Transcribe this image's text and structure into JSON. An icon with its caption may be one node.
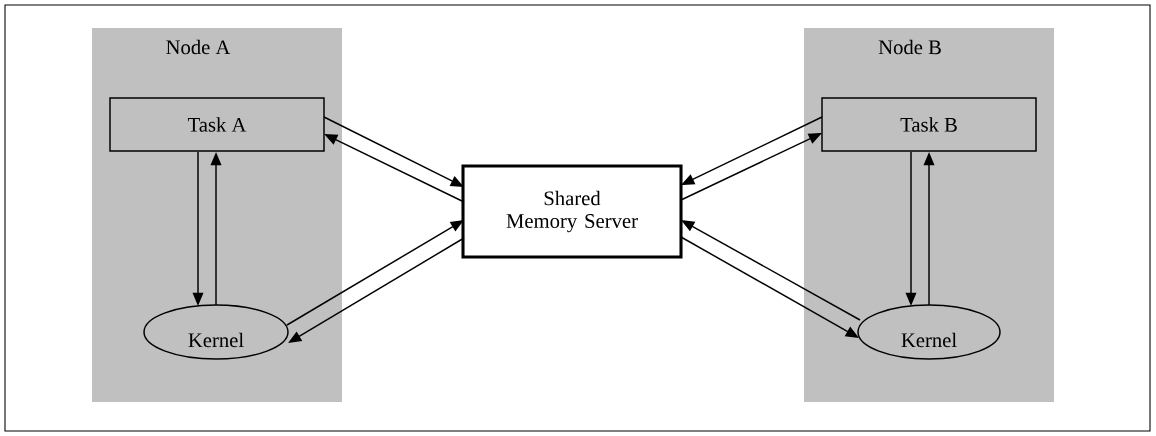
{
  "diagram": {
    "nodes": [
      {
        "text": [
          "Node A"
        ]
      },
      {
        "text": [
          "Task A"
        ],
        "in": 0
      },
      {
        "text": [
          "Kernel"
        ],
        "in": 0
      },
      {
        "text": [
          "Shared Memory Server"
        ]
      },
      {
        "text": [
          "Node B"
        ]
      },
      {
        "text": [
          "Task B"
        ],
        "in": 4
      },
      {
        "text": [
          "Kernel"
        ],
        "in": 4
      }
    ],
    "edges": [
      {
        "from": 1,
        "to": 3,
        "arrow": "to"
      },
      {
        "from": 3,
        "to": 1,
        "arrow": "to"
      },
      {
        "from": 1,
        "to": 2,
        "arrow": "to"
      },
      {
        "from": 2,
        "to": 1,
        "arrow": "to"
      },
      {
        "from": 2,
        "to": 3,
        "arrow": "to"
      },
      {
        "from": 3,
        "to": 2,
        "arrow": "to"
      },
      {
        "from": 5,
        "to": 3,
        "arrow": "to"
      },
      {
        "from": 3,
        "to": 5,
        "arrow": "to"
      },
      {
        "from": 5,
        "to": 6,
        "arrow": "to"
      },
      {
        "from": 6,
        "to": 5,
        "arrow": "to"
      },
      {
        "from": 6,
        "to": 3,
        "arrow": "to"
      },
      {
        "from": 3,
        "to": 6,
        "arrow": "to"
      }
    ]
  }
}
